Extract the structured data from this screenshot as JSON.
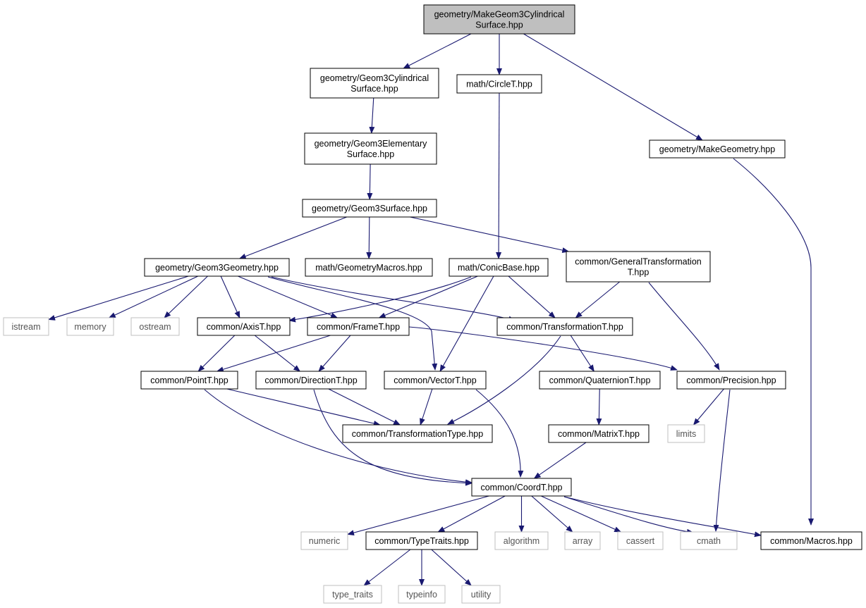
{
  "colors": {
    "edge": "#191970",
    "node_border": "#000000",
    "root_fill": "#bfbfbf",
    "node_fill": "#ffffff",
    "external_border": "#bfbfbf",
    "text": "#000000"
  },
  "nodes": [
    {
      "id": "root",
      "lines": [
        "geometry/MakeGeom3Cylindrical",
        "Surface.hpp"
      ],
      "kind": "root"
    },
    {
      "id": "geom3cyl",
      "lines": [
        "geometry/Geom3Cylindrical",
        "Surface.hpp"
      ],
      "kind": "internal"
    },
    {
      "id": "circle",
      "lines": [
        "math/CircleT.hpp"
      ],
      "kind": "internal"
    },
    {
      "id": "makegeom",
      "lines": [
        "geometry/MakeGeometry.hpp"
      ],
      "kind": "internal"
    },
    {
      "id": "geom3elem",
      "lines": [
        "geometry/Geom3Elementary",
        "Surface.hpp"
      ],
      "kind": "internal"
    },
    {
      "id": "geom3surf",
      "lines": [
        "geometry/Geom3Surface.hpp"
      ],
      "kind": "internal"
    },
    {
      "id": "geom3geo",
      "lines": [
        "geometry/Geom3Geometry.hpp"
      ],
      "kind": "internal"
    },
    {
      "id": "geomacros",
      "lines": [
        "math/GeometryMacros.hpp"
      ],
      "kind": "internal"
    },
    {
      "id": "conic",
      "lines": [
        "math/ConicBase.hpp"
      ],
      "kind": "internal"
    },
    {
      "id": "gentrans",
      "lines": [
        "common/GeneralTransformation",
        "T.hpp"
      ],
      "kind": "internal"
    },
    {
      "id": "istream",
      "lines": [
        "istream"
      ],
      "kind": "external"
    },
    {
      "id": "memory",
      "lines": [
        "memory"
      ],
      "kind": "external"
    },
    {
      "id": "ostream",
      "lines": [
        "ostream"
      ],
      "kind": "external"
    },
    {
      "id": "axis",
      "lines": [
        "common/AxisT.hpp"
      ],
      "kind": "internal"
    },
    {
      "id": "frame",
      "lines": [
        "common/FrameT.hpp"
      ],
      "kind": "internal"
    },
    {
      "id": "transT",
      "lines": [
        "common/TransformationT.hpp"
      ],
      "kind": "internal"
    },
    {
      "id": "point",
      "lines": [
        "common/PointT.hpp"
      ],
      "kind": "internal"
    },
    {
      "id": "direction",
      "lines": [
        "common/DirectionT.hpp"
      ],
      "kind": "internal"
    },
    {
      "id": "vector",
      "lines": [
        "common/VectorT.hpp"
      ],
      "kind": "internal"
    },
    {
      "id": "quat",
      "lines": [
        "common/QuaternionT.hpp"
      ],
      "kind": "internal"
    },
    {
      "id": "precision",
      "lines": [
        "common/Precision.hpp"
      ],
      "kind": "internal"
    },
    {
      "id": "transType",
      "lines": [
        "common/TransformationType.hpp"
      ],
      "kind": "internal"
    },
    {
      "id": "matrix",
      "lines": [
        "common/MatrixT.hpp"
      ],
      "kind": "internal"
    },
    {
      "id": "limits",
      "lines": [
        "limits"
      ],
      "kind": "external"
    },
    {
      "id": "coord",
      "lines": [
        "common/CoordT.hpp"
      ],
      "kind": "internal"
    },
    {
      "id": "numeric",
      "lines": [
        "numeric"
      ],
      "kind": "external"
    },
    {
      "id": "typetraits",
      "lines": [
        "common/TypeTraits.hpp"
      ],
      "kind": "internal"
    },
    {
      "id": "algorithm",
      "lines": [
        "algorithm"
      ],
      "kind": "external"
    },
    {
      "id": "array",
      "lines": [
        "array"
      ],
      "kind": "external"
    },
    {
      "id": "cassert",
      "lines": [
        "cassert"
      ],
      "kind": "external"
    },
    {
      "id": "cmath",
      "lines": [
        "cmath"
      ],
      "kind": "external"
    },
    {
      "id": "macros",
      "lines": [
        "common/Macros.hpp"
      ],
      "kind": "internal"
    },
    {
      "id": "type_traits",
      "lines": [
        "type_traits"
      ],
      "kind": "external"
    },
    {
      "id": "typeinfo",
      "lines": [
        "typeinfo"
      ],
      "kind": "external"
    },
    {
      "id": "utility",
      "lines": [
        "utility"
      ],
      "kind": "external"
    }
  ],
  "edges": [
    [
      "root",
      "geom3cyl"
    ],
    [
      "root",
      "circle"
    ],
    [
      "root",
      "makegeom"
    ],
    [
      "geom3cyl",
      "geom3elem"
    ],
    [
      "geom3elem",
      "geom3surf"
    ],
    [
      "circle",
      "conic"
    ],
    [
      "makegeom",
      "macros"
    ],
    [
      "geom3surf",
      "geom3geo"
    ],
    [
      "geom3surf",
      "geomacros"
    ],
    [
      "geom3surf",
      "gentrans"
    ],
    [
      "geom3geo",
      "istream"
    ],
    [
      "geom3geo",
      "memory"
    ],
    [
      "geom3geo",
      "ostream"
    ],
    [
      "geom3geo",
      "axis"
    ],
    [
      "geom3geo",
      "frame"
    ],
    [
      "geom3geo",
      "vector"
    ],
    [
      "geom3geo",
      "transT"
    ],
    [
      "conic",
      "axis"
    ],
    [
      "conic",
      "frame"
    ],
    [
      "conic",
      "vector"
    ],
    [
      "conic",
      "transT"
    ],
    [
      "gentrans",
      "transT"
    ],
    [
      "gentrans",
      "precision"
    ],
    [
      "axis",
      "point"
    ],
    [
      "axis",
      "direction"
    ],
    [
      "frame",
      "point"
    ],
    [
      "frame",
      "direction"
    ],
    [
      "frame",
      "precision"
    ],
    [
      "transT",
      "quat"
    ],
    [
      "transT",
      "transType"
    ],
    [
      "point",
      "transType"
    ],
    [
      "point",
      "coord"
    ],
    [
      "direction",
      "transType"
    ],
    [
      "direction",
      "coord"
    ],
    [
      "vector",
      "transType"
    ],
    [
      "vector",
      "coord"
    ],
    [
      "quat",
      "matrix"
    ],
    [
      "matrix",
      "coord"
    ],
    [
      "precision",
      "limits"
    ],
    [
      "precision",
      "cmath"
    ],
    [
      "coord",
      "numeric"
    ],
    [
      "coord",
      "typetraits"
    ],
    [
      "coord",
      "algorithm"
    ],
    [
      "coord",
      "array"
    ],
    [
      "coord",
      "cassert"
    ],
    [
      "coord",
      "cmath"
    ],
    [
      "coord",
      "macros"
    ],
    [
      "typetraits",
      "type_traits"
    ],
    [
      "typetraits",
      "typeinfo"
    ],
    [
      "typetraits",
      "utility"
    ]
  ]
}
